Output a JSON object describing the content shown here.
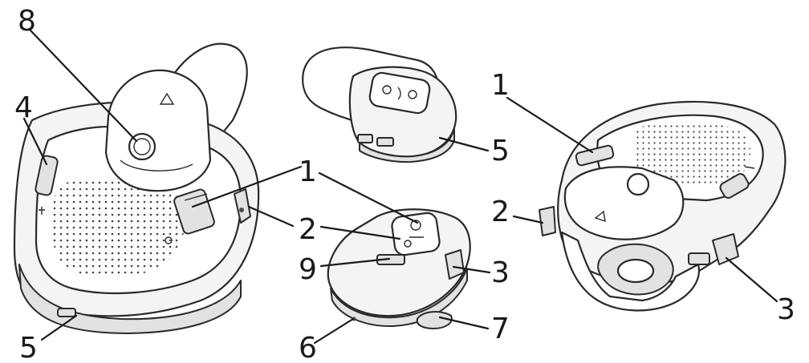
{
  "callouts": [
    {
      "id": "c8-left",
      "label": "8"
    },
    {
      "id": "c4-left",
      "label": "4"
    },
    {
      "id": "c5-left",
      "label": "5"
    },
    {
      "id": "c1-center",
      "label": "1"
    },
    {
      "id": "c2-center",
      "label": "2"
    },
    {
      "id": "c9-center",
      "label": "9"
    },
    {
      "id": "c3-center",
      "label": "3"
    },
    {
      "id": "c6-center",
      "label": "6"
    },
    {
      "id": "c7-center",
      "label": "7"
    },
    {
      "id": "c5-top",
      "label": "5"
    },
    {
      "id": "c1-right",
      "label": "1"
    },
    {
      "id": "c2-right",
      "label": "2"
    },
    {
      "id": "c3-right",
      "label": "3"
    }
  ],
  "colors": {
    "line": "#2a2a2a",
    "fill": "#f4f4f4",
    "text": "#1a1a1a"
  }
}
